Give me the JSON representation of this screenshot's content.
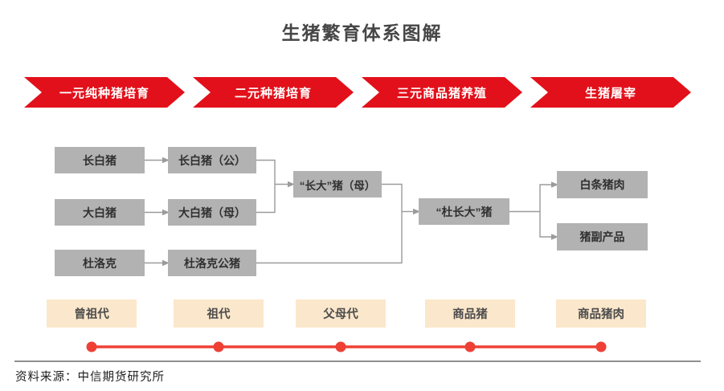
{
  "title": "生猪繁育体系图解",
  "stages": [
    {
      "label": "一元纯种猪培育"
    },
    {
      "label": "二元种猪培育"
    },
    {
      "label": "三元商品猪养殖"
    },
    {
      "label": "生猪屠宰"
    }
  ],
  "flow": {
    "purebred": [
      {
        "label": "长白猪"
      },
      {
        "label": "大白猪"
      },
      {
        "label": "杜洛克"
      }
    ],
    "parent_stock": [
      {
        "label": "长白猪（公）"
      },
      {
        "label": "大白猪（母）"
      },
      {
        "label": "杜洛克公猪"
      }
    ],
    "binary_hybrid": {
      "label": "“长大”猪（母）"
    },
    "ternary_hybrid": {
      "label": "“杜长大”猪"
    },
    "products": [
      {
        "label": "白条猪肉"
      },
      {
        "label": "猪副产品"
      }
    ]
  },
  "generations": [
    {
      "label": "曾祖代"
    },
    {
      "label": "祖代"
    },
    {
      "label": "父母代"
    },
    {
      "label": "商品猪"
    },
    {
      "label": "商品猪肉"
    }
  ],
  "source": {
    "text": "资料来源：中信期货研究所"
  },
  "colors": {
    "stage_red": "#e2101a",
    "timeline_red": "#ee4035",
    "node_gray": "#b2b2b2",
    "generation_tan": "#fbe7cb",
    "connector_gray": "#9b9b9b"
  }
}
